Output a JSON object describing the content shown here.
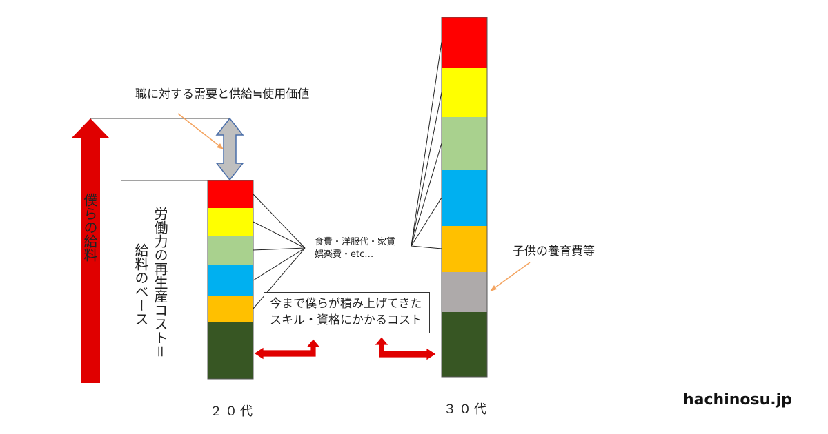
{
  "labels": {
    "demand_supply": "職に対する需要と供給≒使用価値",
    "salary_arrow": "僕らの給料",
    "reproduction_line1": "労働力の再生産コスト＝",
    "reproduction_line2": "給料のベース",
    "living_costs_line1": "食費・洋服代・家賃",
    "living_costs_line2": "娯楽費・etc…",
    "skills_line1": "今まで僕らが積み上げてきた",
    "skills_line2": "スキル・資格にかかるコスト",
    "child_costs": "子供の養育費等",
    "age_20s": "２０代",
    "age_30s": "３０代",
    "brand": "hachinosu.jp"
  },
  "colors": {
    "red": "#ff0000",
    "yellow": "#ffff00",
    "light_green": "#a9d18e",
    "blue": "#00b0f0",
    "orange": "#ffc000",
    "gray": "#aeaaaa",
    "dark_green": "#375623",
    "arrow_red": "#e00000",
    "callout_orange": "#f4a460",
    "double_arrow_fill": "#bfbfbf",
    "double_arrow_stroke": "#4a6ea9"
  }
}
